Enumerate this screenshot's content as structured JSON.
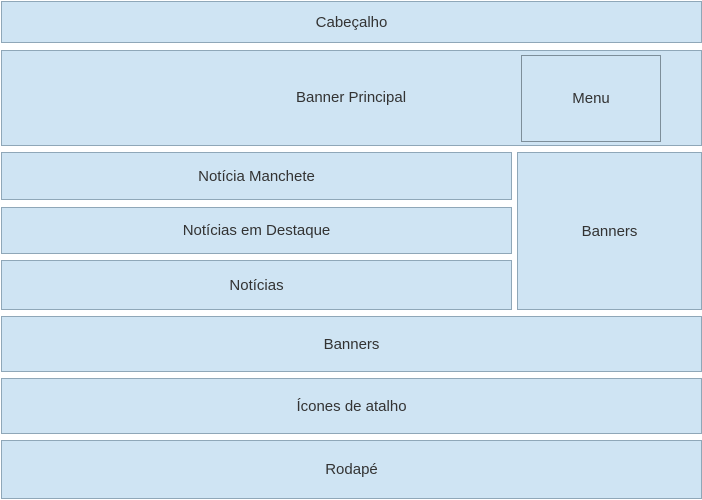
{
  "header": {
    "label": "Cabeçalho"
  },
  "main_banner": {
    "label": "Banner Principal",
    "menu_label": "Menu"
  },
  "news": {
    "headline_label": "Notícia Manchete",
    "featured_label": "Notícias em Destaque",
    "list_label": "Notícias"
  },
  "side_banners": {
    "label": "Banners"
  },
  "wide_banners": {
    "label": "Banners"
  },
  "shortcut_icons": {
    "label": "Ícones de atalho"
  },
  "footer": {
    "label": "Rodapé"
  },
  "colors": {
    "box_fill": "#cfe4f3",
    "box_border": "#8fa7b8",
    "text": "#333333"
  }
}
